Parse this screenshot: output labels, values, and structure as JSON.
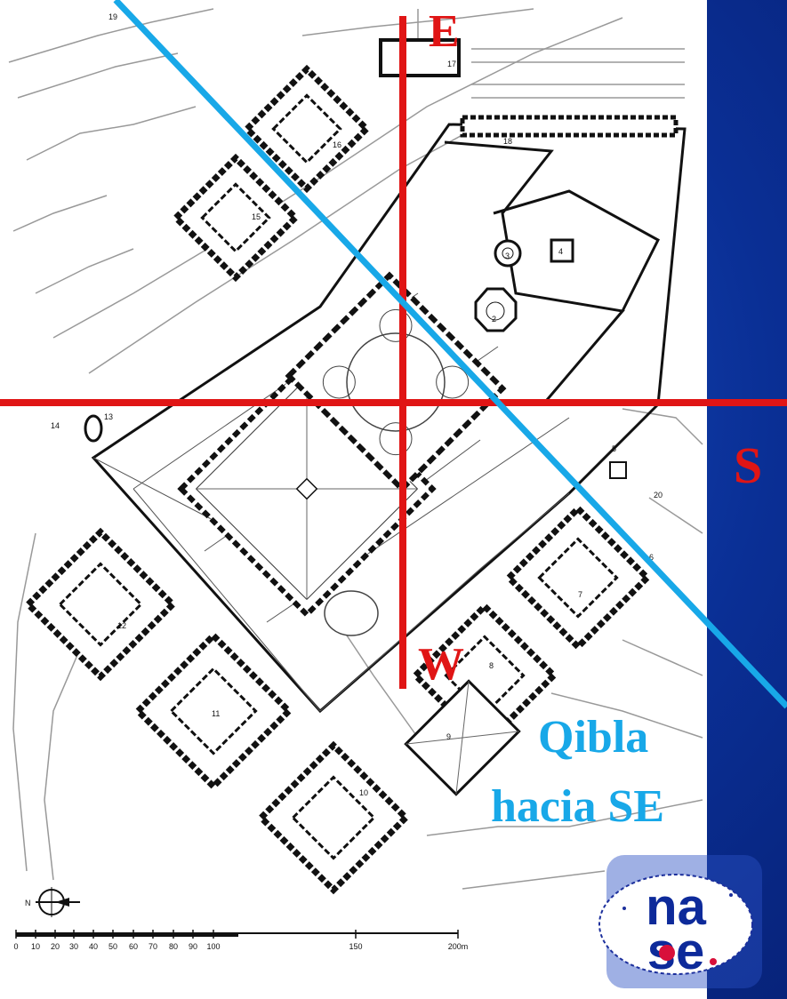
{
  "compass": {
    "north": "E",
    "east": "S",
    "south": "W"
  },
  "qibla": {
    "line1": "Qibla",
    "line2": "hacia  SE"
  },
  "colors": {
    "compass_lines": "#e01515",
    "qibla_line": "#18a8e8",
    "background": "#0a2f95"
  },
  "plan": {
    "building_numbers": [
      "2",
      "3",
      "4",
      "5",
      "6",
      "7",
      "8",
      "9",
      "10",
      "11",
      "12",
      "13",
      "14",
      "15",
      "16",
      "17",
      "18",
      "19",
      "20"
    ],
    "north_arrow_label": "N",
    "scale_labels": [
      "0",
      "10",
      "20",
      "30",
      "40",
      "50",
      "60",
      "70",
      "80",
      "90",
      "100",
      "150",
      "200m"
    ]
  },
  "logo": {
    "line1": "na",
    "line2": "se"
  }
}
